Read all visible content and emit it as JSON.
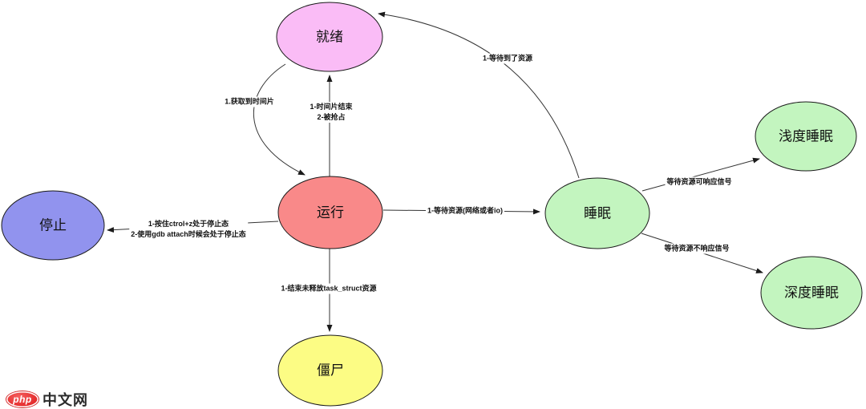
{
  "diagram": {
    "style": {
      "edge_color": "#333333",
      "arrow_color": "#1a1a1a",
      "node_border_color": "#1a1a1a"
    },
    "nodes": {
      "ready": {
        "label": "就绪",
        "color": "#fabcf6"
      },
      "running": {
        "label": "运行",
        "color": "#f98989"
      },
      "stopped": {
        "label": "停止",
        "color": "#9193ee"
      },
      "sleep": {
        "label": "睡眠",
        "color": "#c3f5bf"
      },
      "light_sleep": {
        "label": "浅度睡眠",
        "color": "#c3f5bf"
      },
      "deep_sleep": {
        "label": "深度睡眠",
        "color": "#c3f5bf"
      },
      "zombie": {
        "label": "僵尸",
        "color": "#fcfc84"
      }
    },
    "edges": {
      "ready_to_running": {
        "from": "就绪",
        "to": "运行",
        "label": "1.获取到时间片"
      },
      "running_to_ready": {
        "from": "运行",
        "to": "就绪",
        "line1": "1-时间片结束",
        "line2": "2-被抢占"
      },
      "sleep_to_ready": {
        "from": "睡眠",
        "to": "就绪",
        "label": "1-等待到了资源"
      },
      "running_to_sleep": {
        "from": "运行",
        "to": "睡眠",
        "label": "1-等待资源(网络或者io)"
      },
      "running_to_stopped": {
        "from": "运行",
        "to": "停止",
        "line1": "1-按住ctrol+z处于停止态",
        "line2": "2-使用gdb attach时候会处于停止态"
      },
      "running_to_zombie": {
        "from": "运行",
        "to": "僵尸",
        "label": "1-结束未释放task_struct资源"
      },
      "sleep_to_light": {
        "from": "睡眠",
        "to": "浅度睡眠",
        "label": "等待资源可响应信号"
      },
      "sleep_to_deep": {
        "from": "睡眠",
        "to": "深度睡眠",
        "label": "等待资源不响应信号"
      }
    }
  },
  "watermark": {
    "logo_badge": "php",
    "site_name": "中文网",
    "badge_color": "#e62f2f"
  }
}
